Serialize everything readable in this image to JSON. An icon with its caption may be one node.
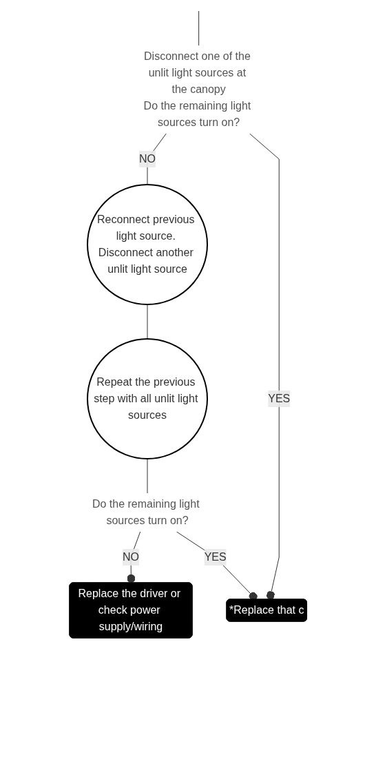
{
  "diagram": {
    "nodes": [
      {
        "text": [
          "Disconnect one of the unlit light sources at the canopy",
          "Do the remaining light sources turn on?"
        ]
      },
      {
        "text": [
          "Reconnect previous light source. Disconnect another unlit light source"
        ]
      },
      {
        "text": [
          "Repeat the previous step with all unlit light sources"
        ]
      },
      {
        "text": [
          "Do the remaining light sources turn on?"
        ]
      },
      {
        "text": [
          "Replace the driver or check power supply/wiring"
        ]
      },
      {
        "text": [
          "*Replace that c"
        ]
      }
    ],
    "edges": [
      {
        "from": null,
        "to": 0,
        "arrow": "none"
      },
      {
        "from": 0,
        "to": 1,
        "label": "NO",
        "arrow": "none"
      },
      {
        "from": 0,
        "to": 5,
        "label": "YES",
        "arrow": "other"
      },
      {
        "from": 1,
        "to": 2,
        "arrow": "none"
      },
      {
        "from": 2,
        "to": 3,
        "arrow": "none"
      },
      {
        "from": 3,
        "to": 4,
        "label": "NO",
        "arrow": "other"
      },
      {
        "from": 3,
        "to": 5,
        "label": "YES",
        "arrow": "other"
      }
    ]
  }
}
